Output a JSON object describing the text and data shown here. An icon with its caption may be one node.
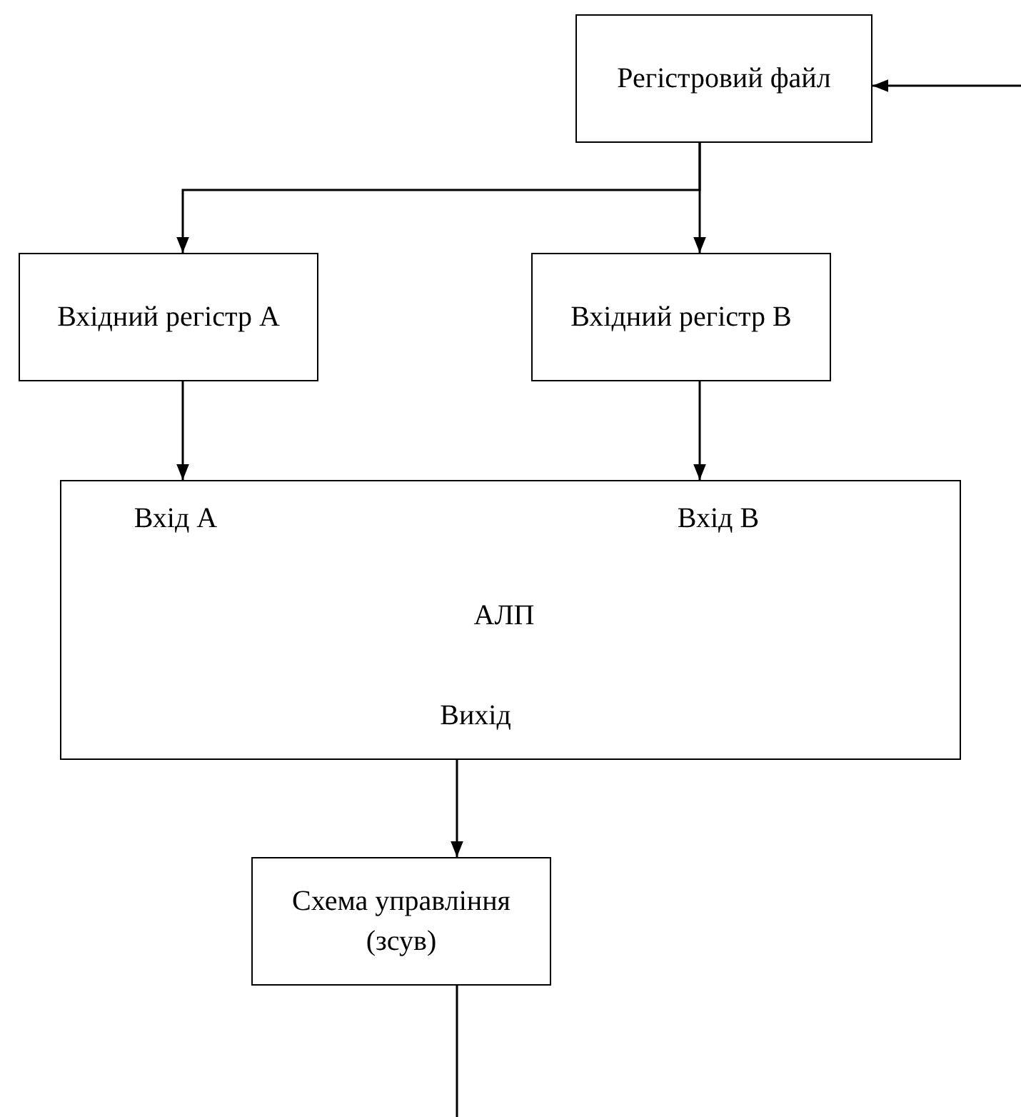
{
  "diagram": {
    "nodes": [
      {
        "text": [
          "Регістровий файл"
        ]
      },
      {
        "text": [
          "Вхідний регістр А"
        ]
      },
      {
        "text": [
          "Вхідний регістр В"
        ]
      },
      {
        "text": [
          "Вхід А",
          "Вхід В",
          "АЛП",
          "Вихід"
        ]
      },
      {
        "text": [
          "Схема управління (зсув)"
        ]
      }
    ],
    "edges": [
      {
        "from": null,
        "to": 0,
        "arrow": "to"
      },
      {
        "from": 0,
        "to": 1,
        "arrow": "to"
      },
      {
        "from": 0,
        "to": 2,
        "arrow": "to"
      },
      {
        "from": 1,
        "to": 3,
        "arrow": "to"
      },
      {
        "from": 2,
        "to": 3,
        "arrow": "to"
      },
      {
        "from": 3,
        "to": 4,
        "arrow": "to"
      },
      {
        "from": 4,
        "to": null,
        "arrow": "none"
      }
    ]
  }
}
